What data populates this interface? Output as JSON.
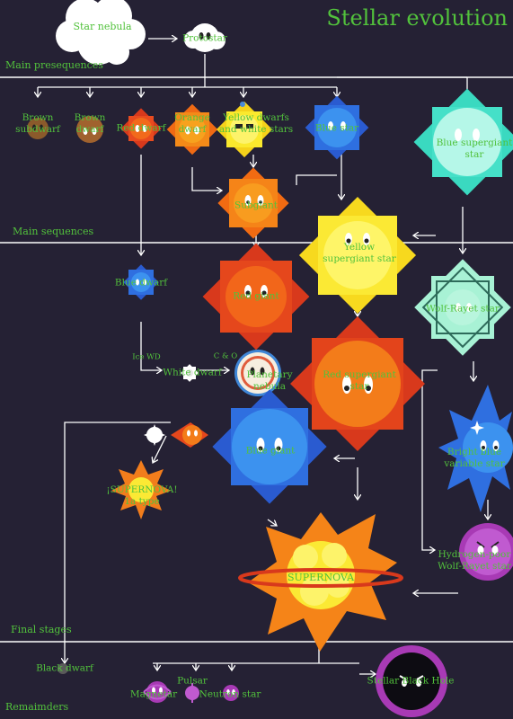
{
  "title": "Stellar evolution",
  "sections": {
    "presequences": "Main presequences",
    "sequences": "Main sequences",
    "final": "Final stages",
    "remainders": "Remaimders"
  },
  "objects": {
    "star_nebula": "Star nebula",
    "protostar": "Protostar",
    "brown_subdwarf": "Brown subdwarf",
    "brown_dwarf": "Brown dwarf",
    "red_dwarf": "Red dwarf",
    "orange_dwarf": "Orange dwarf",
    "yellow_dwarfs": "Yellow dwarfs and white stars",
    "blue_star": "Blue star",
    "blue_supergiant": "Blue supergiant star",
    "subgiant": "Subgiant",
    "yellow_supergiant": "Yellow supergiant star",
    "blue_dwarf": "Blue dwarf",
    "red_giant": "Red giant",
    "wolf_rayet": "Wolf-Rayet star",
    "red_supergiant": "Red supergiant star",
    "ice_wd": "Ice WD",
    "c_o": "C & O",
    "white_dwarf": "White dwarf",
    "planetary_nebula": "Planetary nebula",
    "supernova_1a": "¡SUPERNOVA! 1a type",
    "blue_giant": "Blue giant",
    "luminous_blue_variable": "Bright blue variable star",
    "hydrogen_poor_wr": "Hydrogen-poor Wolf-Rayet star",
    "supernova": "SUPERNOVA",
    "black_dwarf": "Black dwarf",
    "pulsar": "Pulsar",
    "magnetar": "Magnetar",
    "neutron_star": "Neutron star",
    "stellar_black_hole": "Stellar Black Hole"
  },
  "colors": {
    "background": "#252134",
    "text": "#52c23c",
    "lines": "#ffffff"
  }
}
